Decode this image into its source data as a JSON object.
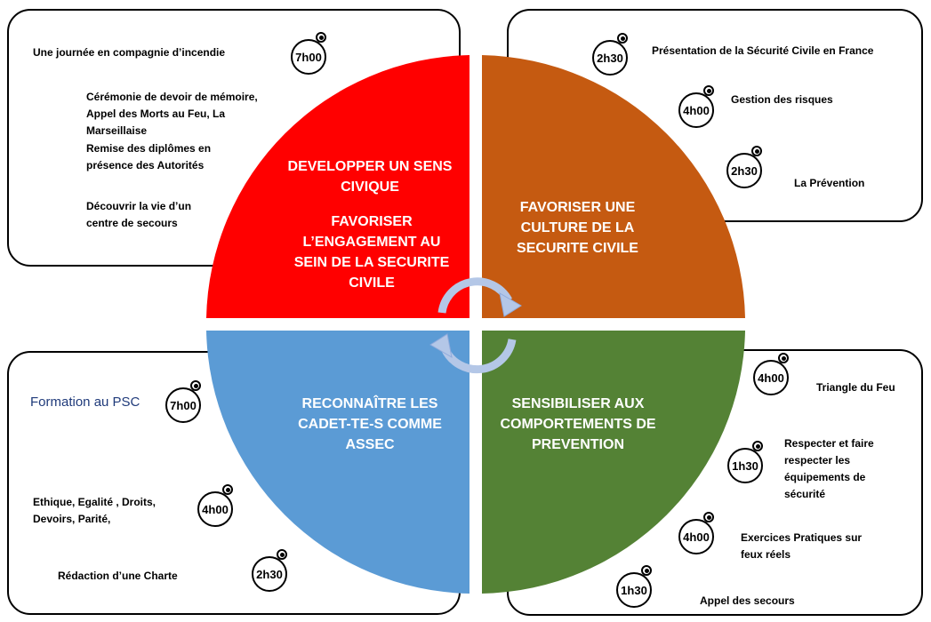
{
  "quadrants": {
    "top_left": {
      "title_1": "DEVELOPPER UN SENS CIVIQUE",
      "title_2": "FAVORISER L’ENGAGEMENT AU SEIN DE LA SECURITE CIVILE",
      "color": "#ff0000"
    },
    "top_right": {
      "title": "FAVORISER UNE CULTURE DE LA SECURITE CIVILE",
      "color": "#c55a11"
    },
    "bottom_left": {
      "title": "RECONNAÎTRE LES CADET-TE-S COMME ASSEC",
      "color": "#5b9bd5"
    },
    "bottom_right": {
      "title": "SENSIBILISER AUX COMPORTEMENTS DE PREVENTION",
      "color": "#548235"
    }
  },
  "panels": {
    "top_left": {
      "items": [
        {
          "text": "Une journée en compagnie d’incendie",
          "duration": "7h00"
        },
        {
          "text": "Cérémonie de devoir de mémoire, Appel des Morts au Feu, La Marseillaise"
        },
        {
          "text": "Remise des diplômes en présence des Autorités"
        },
        {
          "text": "Découvrir la vie d’un centre de secours"
        }
      ]
    },
    "top_right": {
      "items": [
        {
          "text": "Présentation de la Sécurité Civile en France",
          "duration": "2h30"
        },
        {
          "text": "Gestion des risques",
          "duration": "4h00"
        },
        {
          "text": "La Prévention",
          "duration": "2h30"
        }
      ]
    },
    "bottom_left": {
      "items": [
        {
          "text": "Formation au PSC",
          "duration": "7h00"
        },
        {
          "text": "Ethique, Egalité , Droits, Devoirs, Parité,",
          "duration": "4h00"
        },
        {
          "text": "Rédaction d’une Charte",
          "duration": "2h30"
        }
      ]
    },
    "bottom_right": {
      "items": [
        {
          "text": "Triangle du Feu",
          "duration": "4h00"
        },
        {
          "text": "Respecter et faire respecter les équipements de sécurité",
          "duration": "1h30"
        },
        {
          "text": "Exercices Pratiques sur feux réels",
          "duration": "4h00"
        },
        {
          "text": "Appel des secours",
          "duration": "1h30"
        }
      ]
    }
  },
  "arrow_color": "#b4c7e7"
}
